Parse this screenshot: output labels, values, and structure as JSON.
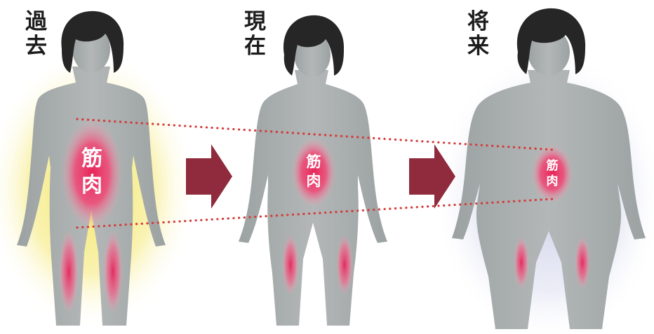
{
  "stages": [
    {
      "id": "past",
      "label_line1": "過",
      "label_line2": "去",
      "muscle_label_line1": "筋",
      "muscle_label_line2": "肉"
    },
    {
      "id": "present",
      "label_line1": "現",
      "label_line2": "在",
      "muscle_label_line1": "筋",
      "muscle_label_line2": "肉"
    },
    {
      "id": "future",
      "label_line1": "将",
      "label_line2": "来",
      "muscle_label_line1": "筋",
      "muscle_label_line2": "肉"
    }
  ],
  "colors": {
    "silhouette": "#a9aeae",
    "hair": "#262626",
    "muscle_glow": "#e8245a",
    "past_aura": "#f3e45a",
    "future_aura": "#c9cde8",
    "arrow": "#8f2b3d",
    "dotted_line": "#d63a3a"
  }
}
